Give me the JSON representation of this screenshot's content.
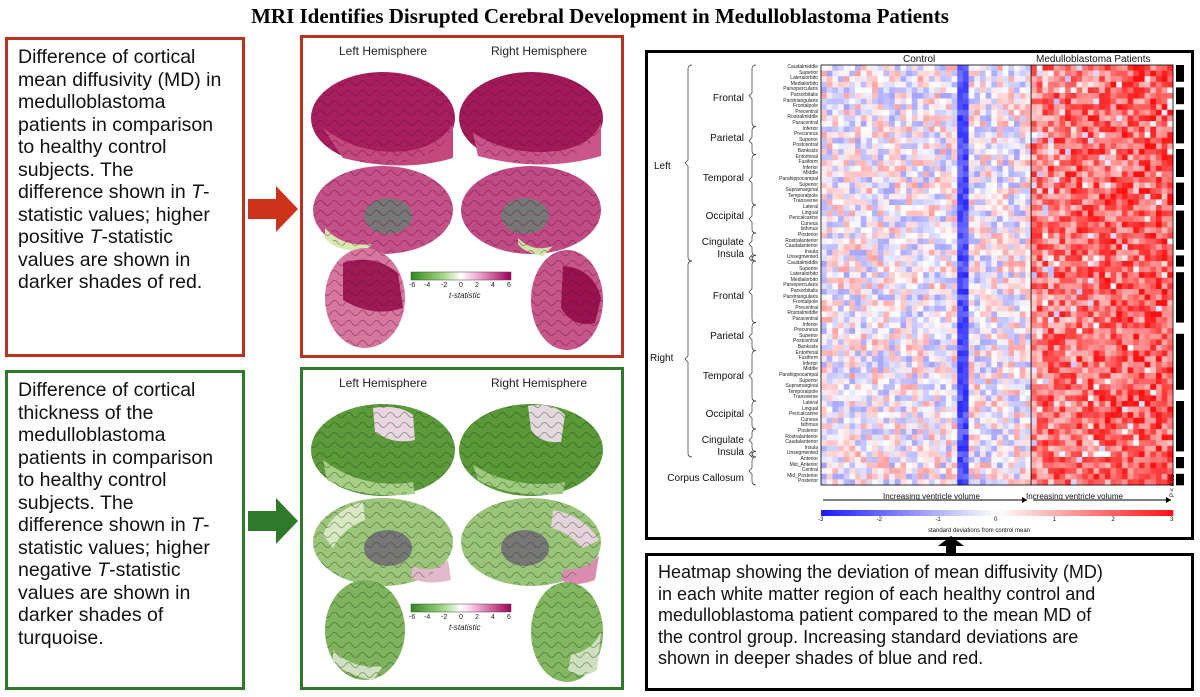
{
  "title": "MRI Identifies Disrupted Cerebral Development in Medulloblastoma Patients",
  "md_text": {
    "l1": "Difference of cortical",
    "l2": "mean diffusivity (MD) in",
    "l3": "medulloblastoma",
    "l4": "patients in comparison",
    "l5": "to healthy control",
    "l6": "subjects. The",
    "l7a": "difference shown in ",
    "l7b": "T",
    "l7c": "-",
    "l8": "statistic values; higher",
    "l9a": "positive ",
    "l9b": "T",
    "l9c": "-statistic",
    "l10": "values are shown in",
    "l11": "darker shades of red."
  },
  "ct_text": {
    "l1": "Difference of cortical",
    "l2": "thickness of the",
    "l3": "medulloblastoma",
    "l4": "patients in comparison",
    "l5": "to healthy control",
    "l6": "subjects. The",
    "l7a": "difference shown in ",
    "l7b": "T",
    "l7c": "-",
    "l8": "statistic values; higher",
    "l9a": "negative ",
    "l9b": "T",
    "l9c": "-statistic",
    "l10": "values are shown in",
    "l11": "darker shades of",
    "l12": "turquoise."
  },
  "brain_panels": {
    "left_label": "Left Hemisphere",
    "right_label": "Right Hemisphere",
    "cbar_label": "t-statistic",
    "cbar_ticks": [
      "-6",
      "-4",
      "-2",
      "0",
      "2",
      "4",
      "6"
    ]
  },
  "heatmap": {
    "control_label": "Control",
    "patient_label": "Medulloblastoma Patients",
    "increasing_left": "Increasing ventricle volume",
    "increasing_right": "Increasing ventricle volume",
    "p_label": "P < 0.05",
    "cbar_caption": "standard deviations from control mean",
    "cbar_ticks": [
      "-3",
      "-2",
      "-1",
      "0",
      "1",
      "2",
      "3"
    ],
    "sides": [
      "Left",
      "Right"
    ],
    "lobes": [
      "Frontal",
      "Parietal",
      "Temporal",
      "Occipital",
      "Cingulate",
      "Insula",
      "Frontal",
      "Parietal",
      "Temporal",
      "Occipital",
      "Cingulate",
      "Insula",
      "Corpus Callosum"
    ],
    "regions_left": [
      "Caudalmiddle",
      "Superior",
      "Lateralorbito",
      "Medialorbito",
      "Parsopercularis",
      "Parsorbitalis",
      "Parstriangularis",
      "Frontalpole",
      "Precentral",
      "Rostralmiddle",
      "Paracentral",
      "Inferior",
      "Precuneus",
      "Superior",
      "Postcentral",
      "Bankssts",
      "Entorhinal",
      "Fusiform",
      "Inferior",
      "Middle",
      "Parahippocampal",
      "Superior",
      "Supramarginal",
      "Temporalpole",
      "Transverse",
      "Lateral",
      "Lingual",
      "Pericalcarine",
      "Cuneus",
      "Isthmus",
      "Posterior",
      "Rostralanterior",
      "Caudalanterior",
      "Insula",
      "Unsegmented"
    ],
    "regions_right": [
      "Caudalmiddle",
      "Superior",
      "Lateralorbito",
      "Medialorbito",
      "Parsopercularis",
      "Parsorbitalis",
      "Parstriangularis",
      "Frontalpole",
      "Precentral",
      "Rostralmiddle",
      "Paracentral",
      "Inferior",
      "Precuneus",
      "Superior",
      "Postcentral",
      "Bankssts",
      "Entorhinal",
      "Fusiform",
      "Inferior",
      "Middle",
      "Parahippocampal",
      "Superior",
      "Supramarginal",
      "Temporalpole",
      "Transverse",
      "Lateral",
      "Lingual",
      "Pericalcarine",
      "Cuneus",
      "Isthmus",
      "Posterior",
      "Rostralanterior",
      "Caudalanterior",
      "Insula",
      "Unsegmented"
    ],
    "regions_cc": [
      "Anterior",
      "Mid_Anterior",
      "Central",
      "Mid_Posterior",
      "Posterior"
    ],
    "colors": {
      "low": "#1a1aff",
      "mid": "#ffffff",
      "high": "#ff1010"
    }
  },
  "heat_caption": {
    "l1": "Heatmap showing the deviation of mean diffusivity (MD)",
    "l2": "in each white matter region of each healthy control and",
    "l3": "medulloblastoma  patient compared to the mean MD of",
    "l4": "the control group. Increasing standard deviations are",
    "l5": "shown in deeper shades of blue and red."
  },
  "colors": {
    "red_frame": "#b8321e",
    "green_frame": "#2e7a2a"
  }
}
